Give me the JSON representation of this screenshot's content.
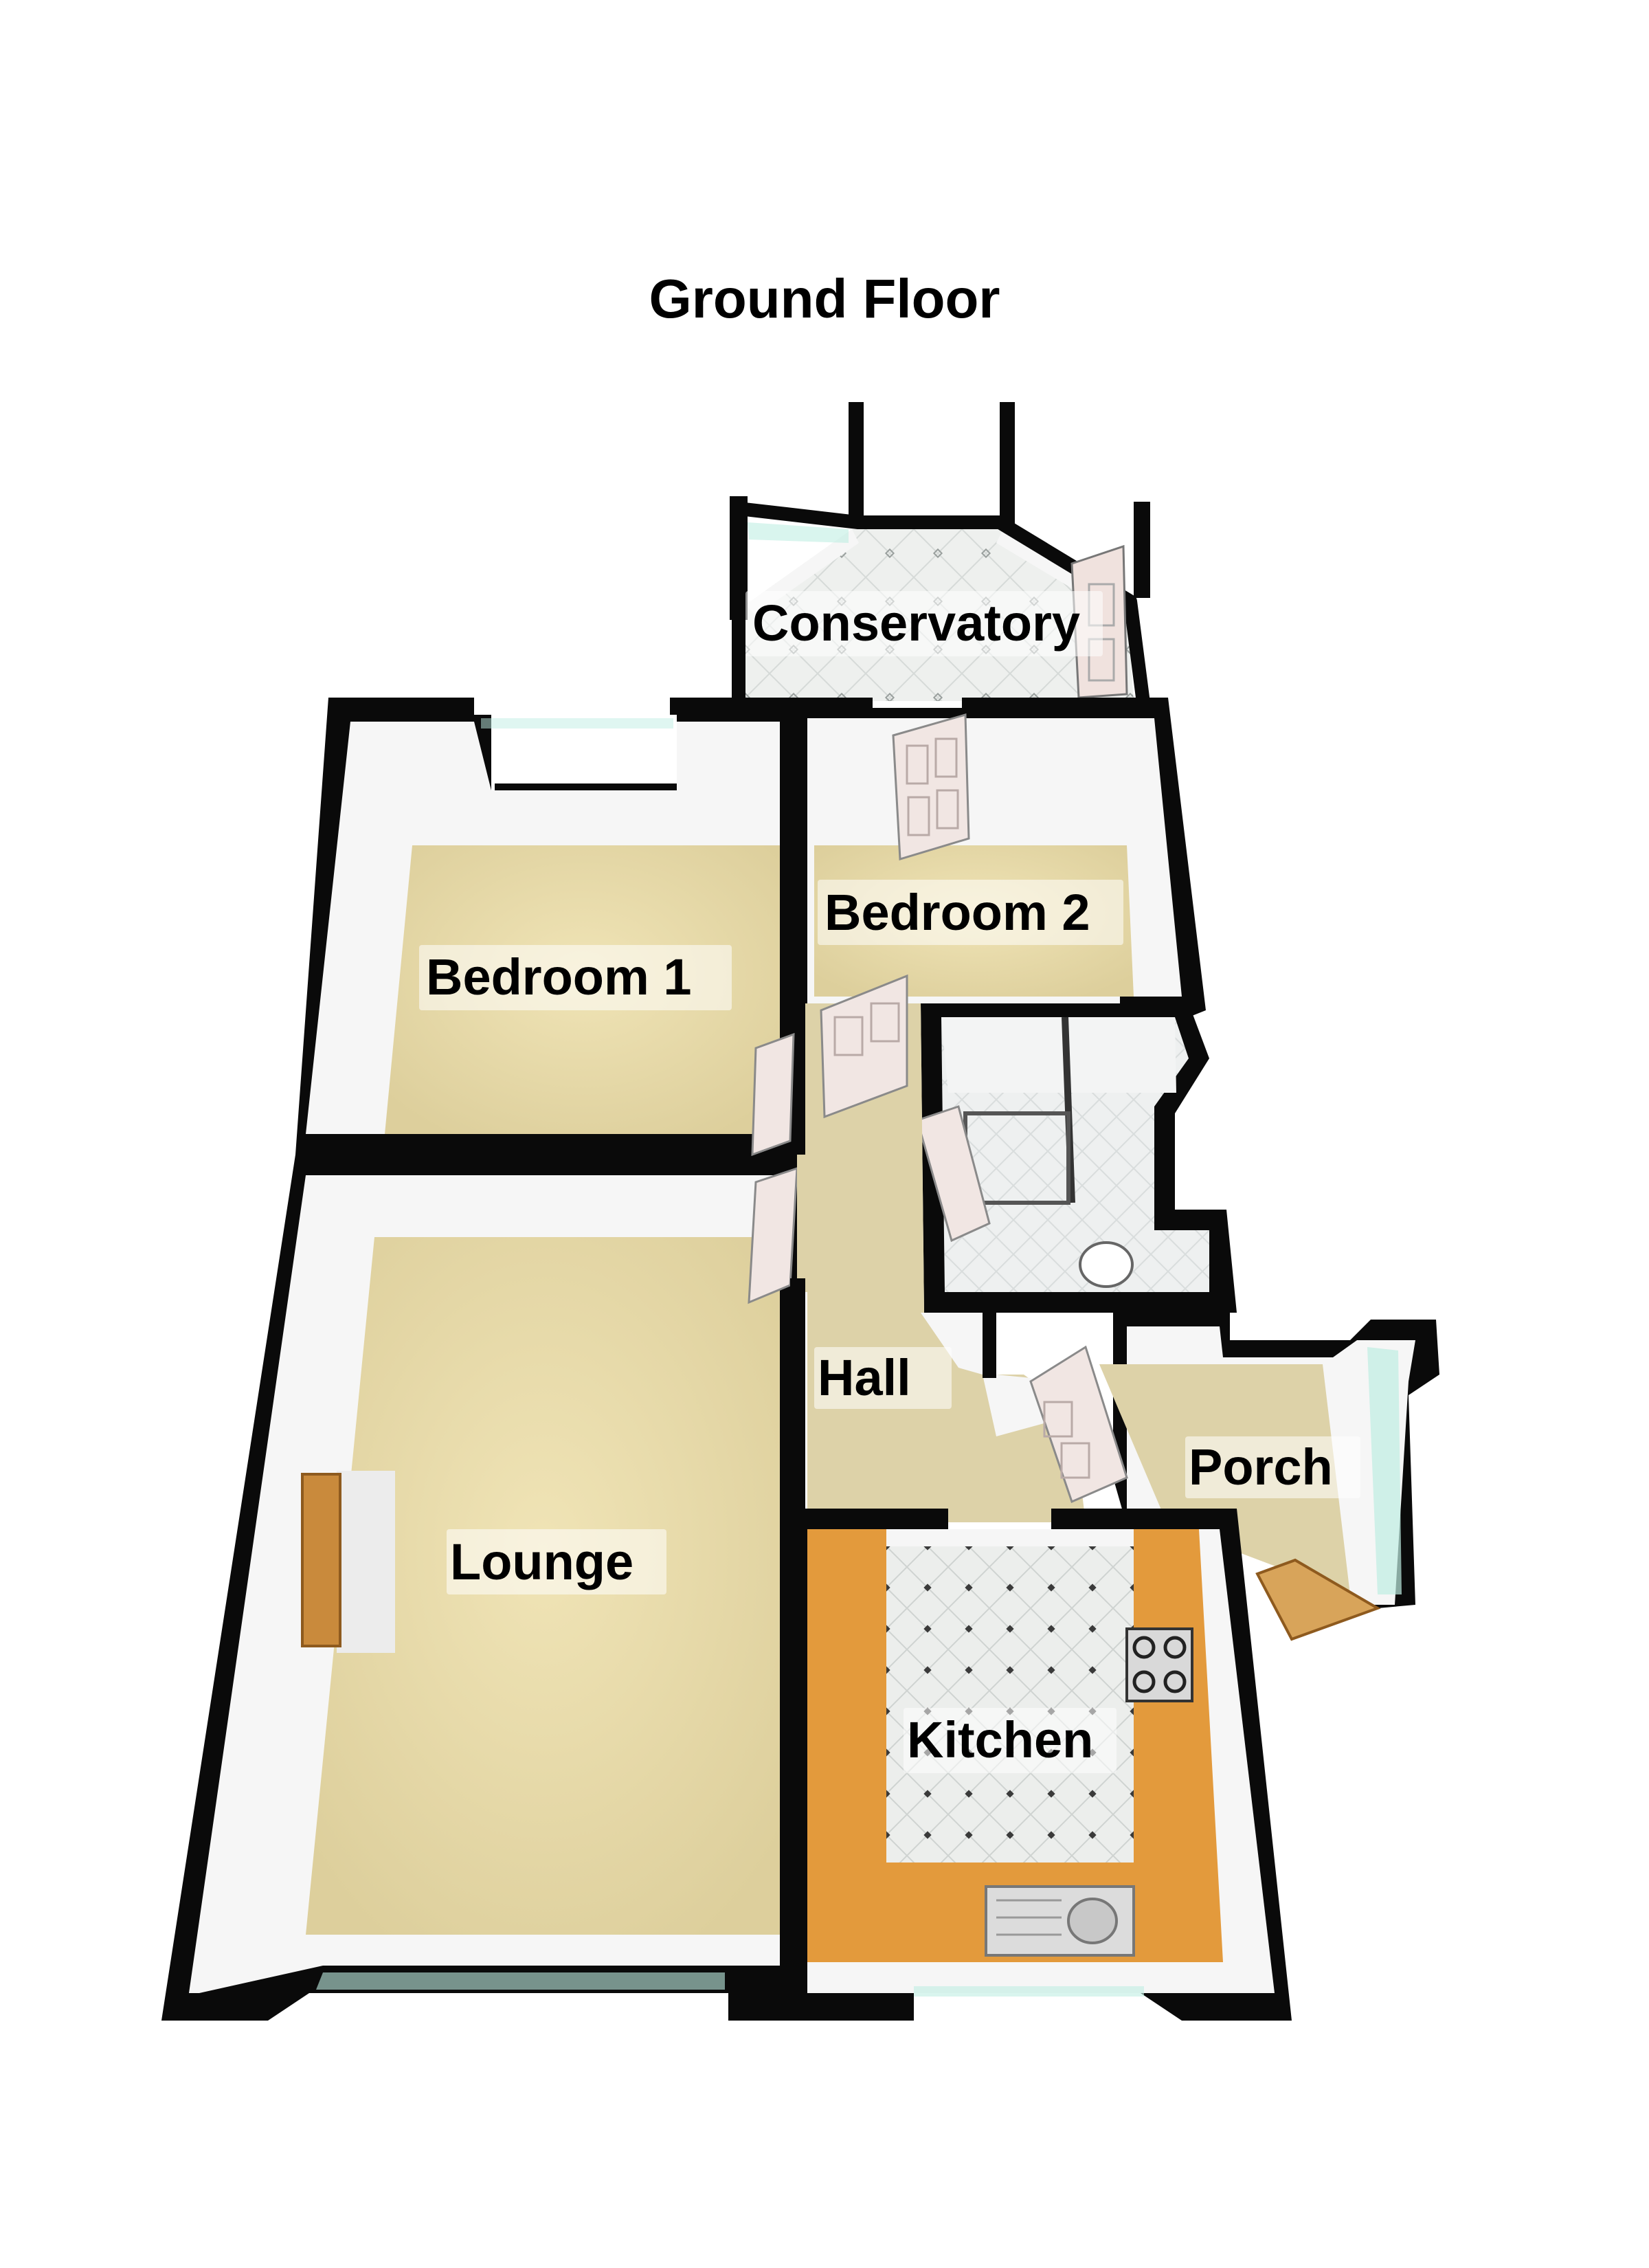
{
  "title": "Ground Floor",
  "rooms": {
    "conservatory": "Conservatory",
    "bedroom_1": "Bedroom 1",
    "bedroom_2": "Bedroom 2",
    "lounge": "Lounge",
    "hall": "Hall",
    "porch": "Porch",
    "kitchen": "Kitchen"
  },
  "colors": {
    "wall": "#0a0a0a",
    "carpet": "#e6d9a8",
    "hall_floor": "#ddd2a8",
    "tile": "#e9ebe9",
    "worktop": "#e39a3c",
    "inner_wall": "#f4f4f4",
    "door": "#f1e6e3",
    "porch_door": "#d8a45a"
  }
}
